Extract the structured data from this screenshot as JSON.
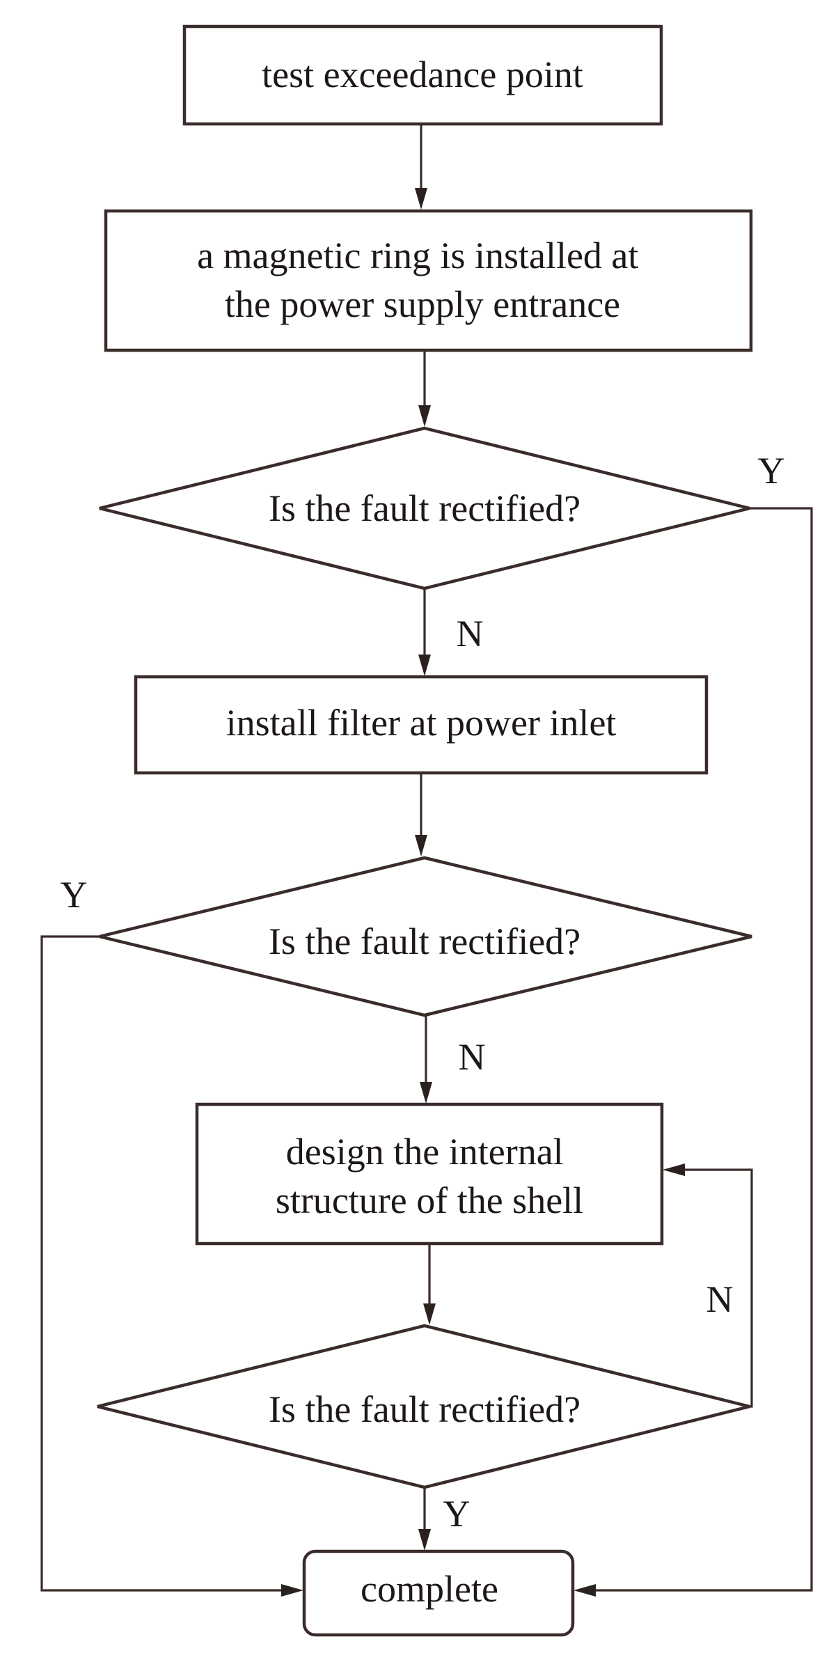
{
  "nodes": {
    "start": {
      "lines": [
        "test exceedance point"
      ]
    },
    "magnetic_ring": {
      "lines": [
        "a magnetic ring is installed at",
        "the power supply entrance"
      ]
    },
    "decision_1": {
      "lines": [
        "Is the fault rectified?"
      ]
    },
    "filter": {
      "lines": [
        "install filter at power inlet"
      ]
    },
    "decision_2": {
      "lines": [
        "Is the fault rectified?"
      ]
    },
    "design_shell": {
      "lines": [
        "design the internal",
        "structure of the shell"
      ]
    },
    "decision_3": {
      "lines": [
        "Is the fault rectified?"
      ]
    },
    "complete": {
      "lines": [
        "complete"
      ]
    }
  },
  "branches": {
    "decision_1_yes": "Y",
    "decision_1_no": "N",
    "decision_2_yes": "Y",
    "decision_2_no": "N",
    "decision_3_no": "N",
    "decision_3_yes": "Y"
  }
}
